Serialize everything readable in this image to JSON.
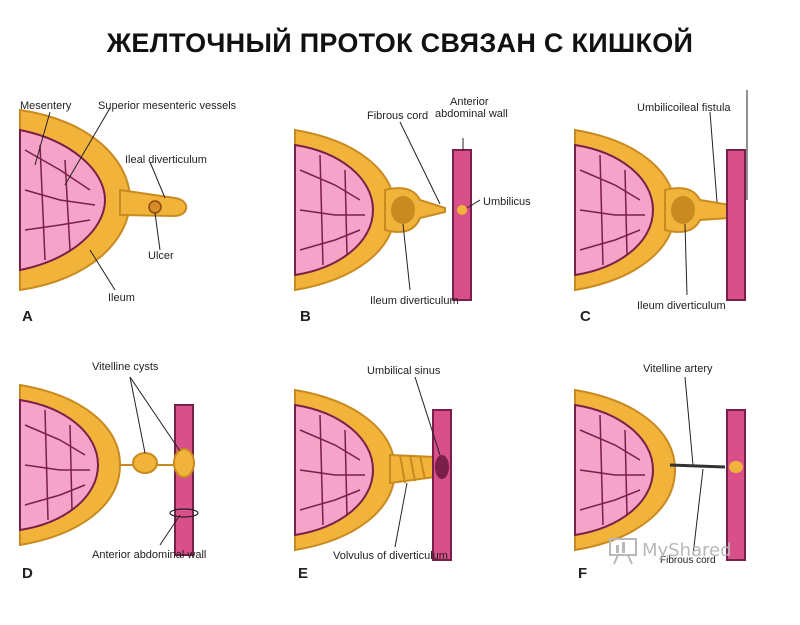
{
  "title": "ЖЕЛТОЧНЫЙ ПРОТОК СВЯЗАН С КИШКОЙ",
  "panels": {
    "a": {
      "letter": "A",
      "labels": [
        "Mesentery",
        "Superior mesenteric vessels",
        "Ileal diverticulum",
        "Ulcer",
        "Ileum"
      ]
    },
    "b": {
      "letter": "B",
      "labels": [
        "Fibrous cord",
        "Anterior",
        "abdominal wall",
        "Umbilicus",
        "Ileum diverticulum"
      ]
    },
    "c": {
      "letter": "C",
      "labels": [
        "Umbilicoileal fistula",
        "Ileum diverticulum"
      ]
    },
    "d": {
      "letter": "D",
      "labels": [
        "Vitelline cysts",
        "Anterior abdominal wall"
      ]
    },
    "e": {
      "letter": "E",
      "labels": [
        "Umbilical sinus",
        "Volvulus of diverticulum"
      ]
    },
    "f": {
      "letter": "F",
      "labels": [
        "Vitelline artery",
        "Fibrous cord"
      ]
    }
  },
  "watermark": "MyShared",
  "colors": {
    "gut": "#f2b33a",
    "gut_edge": "#c98a1f",
    "mucosa": "#f5a3c8",
    "vessels": "#7a1f4a",
    "wall": "#d94f8a"
  }
}
